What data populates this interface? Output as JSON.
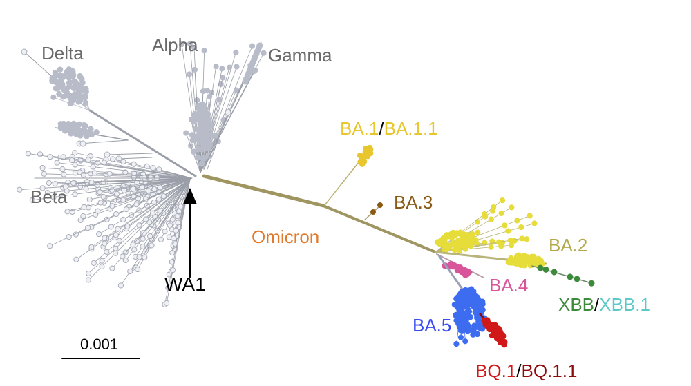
{
  "labels": {
    "delta": "Delta",
    "alpha": "Alpha",
    "gamma": "Gamma",
    "beta": "Beta",
    "wa1": "WA1",
    "omicron": "Omicron",
    "ba1": "BA.1",
    "ba1_sep": "/",
    "ba11": "BA.1.1",
    "ba3": "BA.3",
    "ba2": "BA.2",
    "ba4": "BA.4",
    "xbb": "XBB",
    "xbb_sep": "/",
    "xbb1": "XBB.1",
    "ba5": "BA.5",
    "bq1": "BQ.1",
    "bq_sep": "/",
    "bq11": "BQ.1.1"
  },
  "scale_bar": {
    "label": "0.001"
  },
  "colors": {
    "pre_omicron": "#b8bcc8",
    "label_gray": "#6a6a6a",
    "omicron_trunk": "#9e9560",
    "omicron_label": "#e07a2e",
    "ba1": "#e8c62e",
    "ba3": "#8a5a14",
    "ba2": "#e6dc3a",
    "ba2_label": "#b3a84a",
    "ba4": "#d9559a",
    "xbb": "#3d8a3d",
    "xbb1": "#5cc8c8",
    "ba5": "#3d6cf0",
    "ba5_label": "#3a4cf0",
    "bq1": "#d01818",
    "bq11": "#8b0c0c"
  }
}
